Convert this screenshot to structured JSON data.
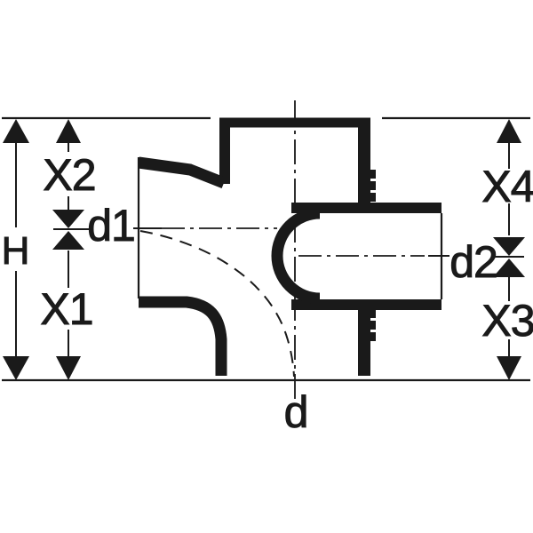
{
  "diagram": {
    "kind": "pipe-fitting-dimension-drawing",
    "colors": {
      "line": "#1a1a1a",
      "background": "#ffffff"
    },
    "labels": {
      "overall_height": "H",
      "x1": "X1",
      "x2": "X2",
      "x3": "X3",
      "x4": "X4",
      "d1": "d1",
      "d2": "d2",
      "d": "d"
    }
  }
}
